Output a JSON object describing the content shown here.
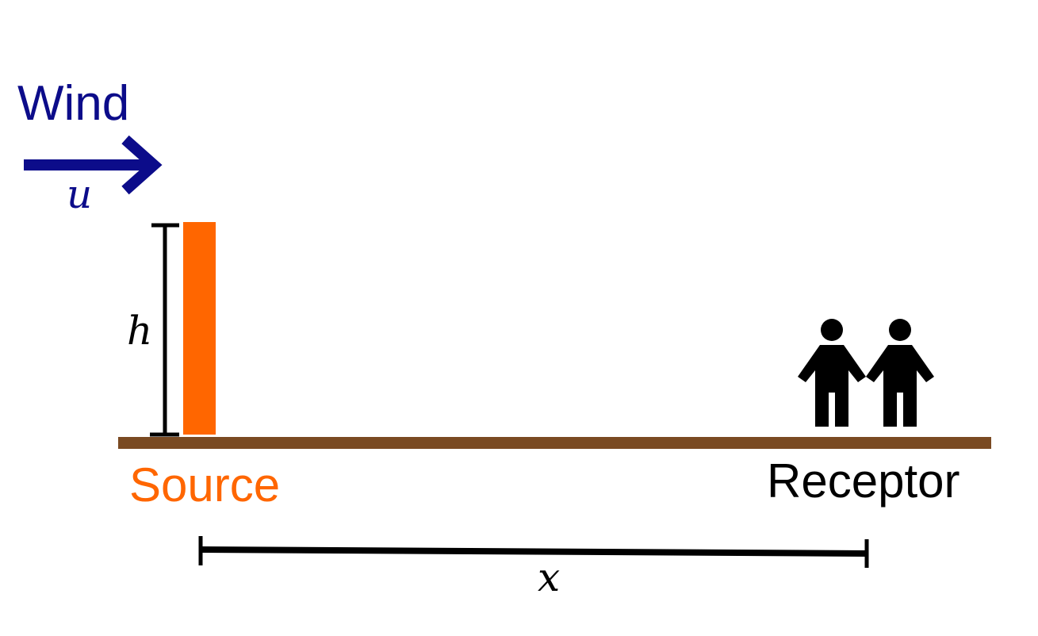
{
  "wind": {
    "label": "Wind",
    "symbol": "u",
    "color": "#0c0c8a"
  },
  "source": {
    "label": "Source",
    "color": "#ff6600",
    "height_symbol": "h"
  },
  "receptor": {
    "label": "Receptor",
    "color": "#000000"
  },
  "distance": {
    "symbol": "x"
  },
  "ground": {
    "color": "#7a4a22"
  },
  "icons": [
    "right-arrow-icon",
    "person-icon"
  ]
}
